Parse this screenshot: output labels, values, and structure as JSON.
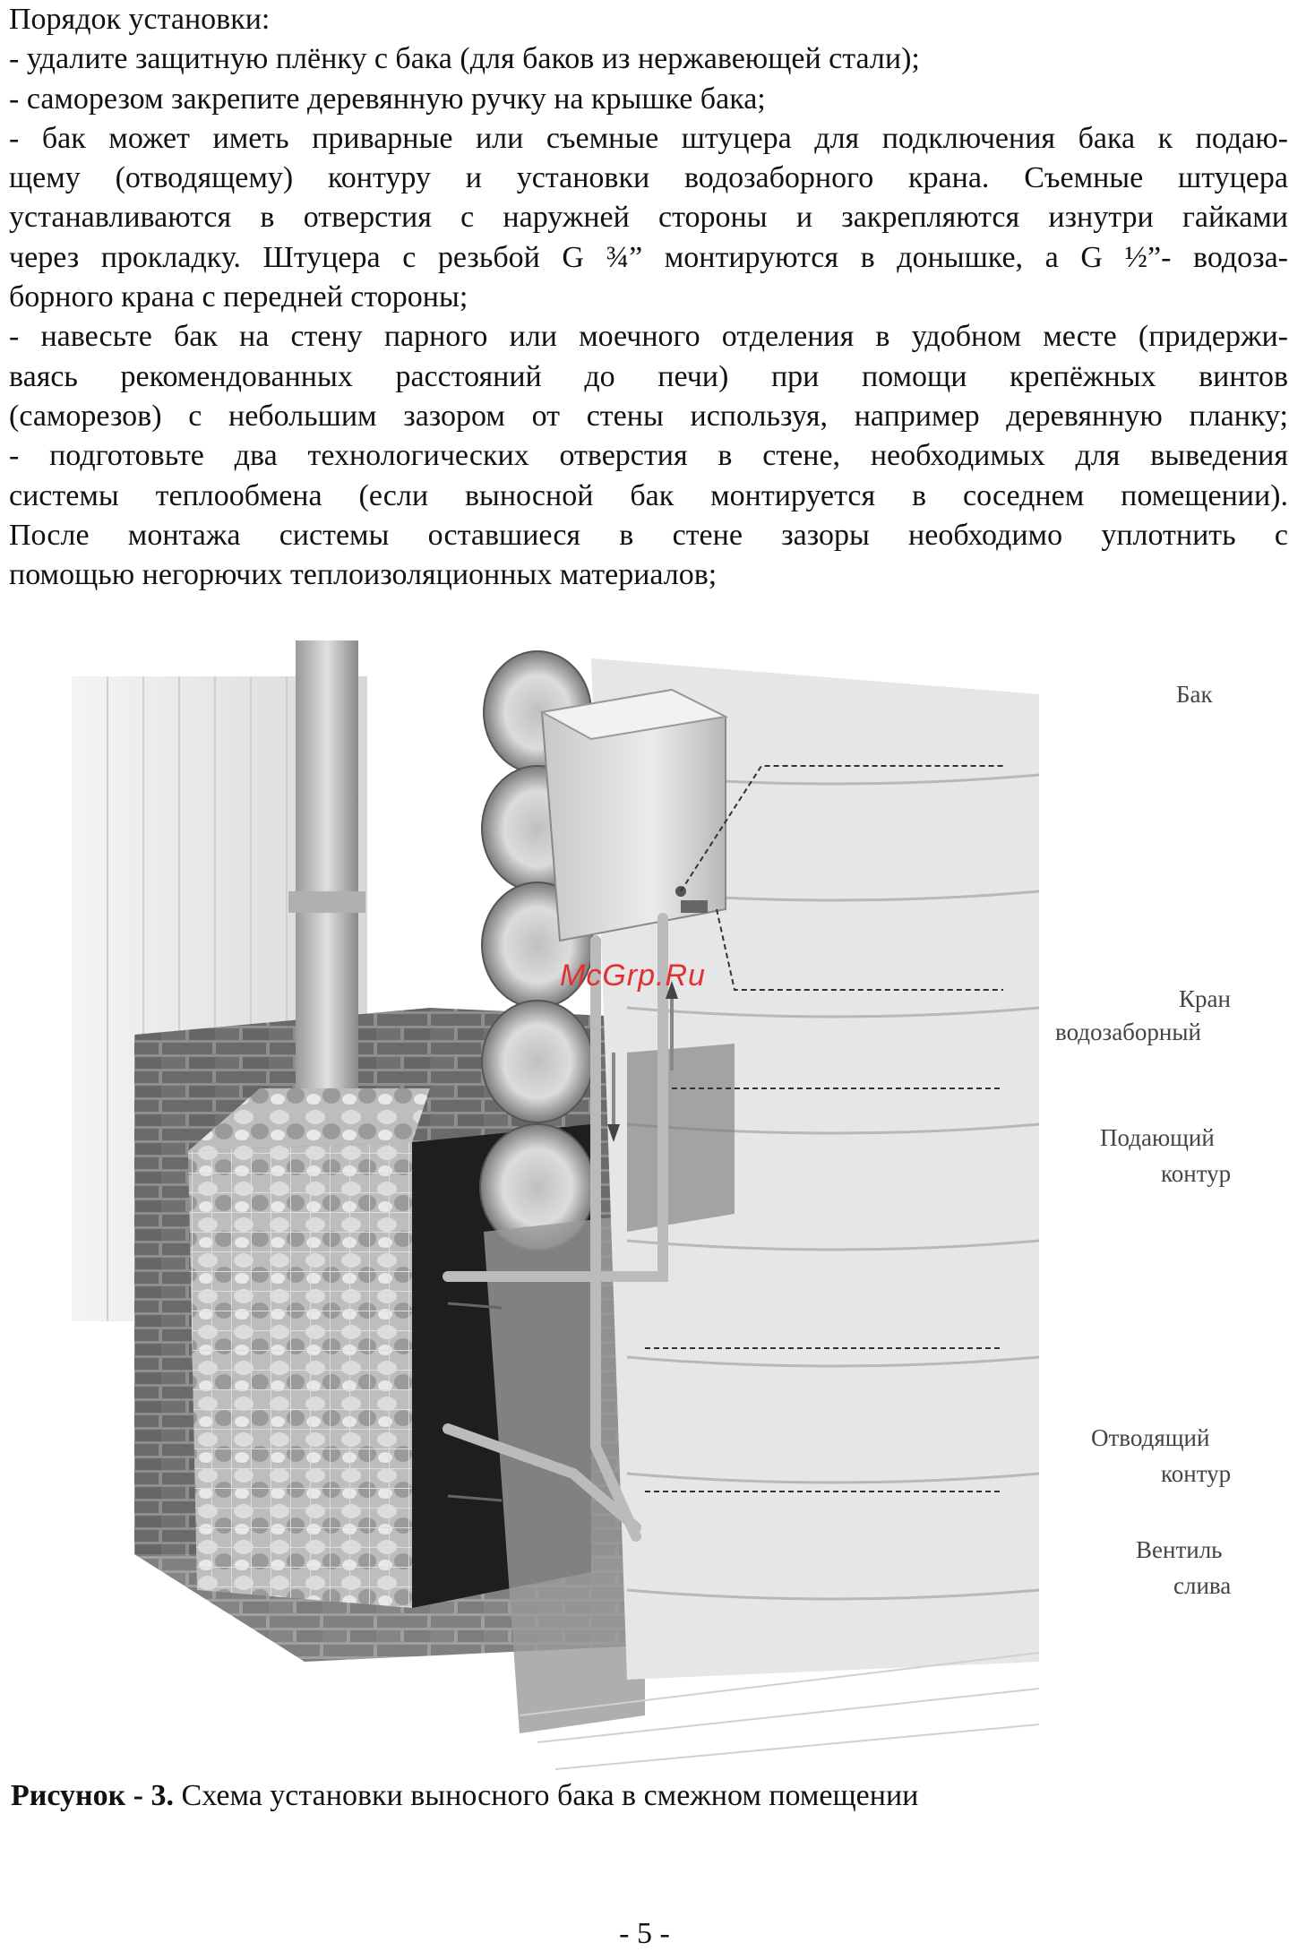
{
  "text": {
    "lines": [
      "Порядок установки:",
      "- удалите защитную плёнку с бака (для баков из нержавеющей стали);",
      "- саморезом закрепите деревянную ручку на крышке бака;",
      "- бак может иметь приварные или съемные штуцера для подключения бака к подаю-",
      "щему (отводящему) контуру и установки водозаборного крана. Съемные штуцера",
      "устанавливаются в отверстия с наружней стороны и закрепляются изнутри гайками",
      "через прокладку. Штуцера с резьбой G ¾” монтируются в донышке, а G ½”- водоза-",
      "борного крана с передней стороны;",
      "- навесьте бак на стену парного или моечного отделения в удобном месте (придержи-",
      "ваясь рекомендованных расстояний до печи) при помощи крепёжных винтов",
      "(саморезов) с небольшим зазором от стены используя, например деревянную планку;",
      "- подготовьте два технологических отверстия в стене, необходимых для выведения",
      "системы теплообмена (если выносной бак монтируется в соседнем помещении).",
      "После монтажа системы оставшиеся в стене зазоры необходимо уплотнить с",
      "помощью негорючих теплоизоляционных материалов;"
    ]
  },
  "figure": {
    "labels": {
      "tank": "Бак",
      "tap_1": "Кран",
      "tap_2": "водозаборный",
      "supply_1": "Подающий",
      "supply_2": "контур",
      "return_1": "Отводящий",
      "return_2": "контур",
      "valve_1": "Вентиль",
      "valve_2": "слива"
    },
    "watermark": "McGrp.Ru"
  },
  "caption": {
    "bold": "Рисунок - 3.",
    "text": " Схема установки выносного бака в смежном помещении"
  },
  "page_number": "- 5 -"
}
